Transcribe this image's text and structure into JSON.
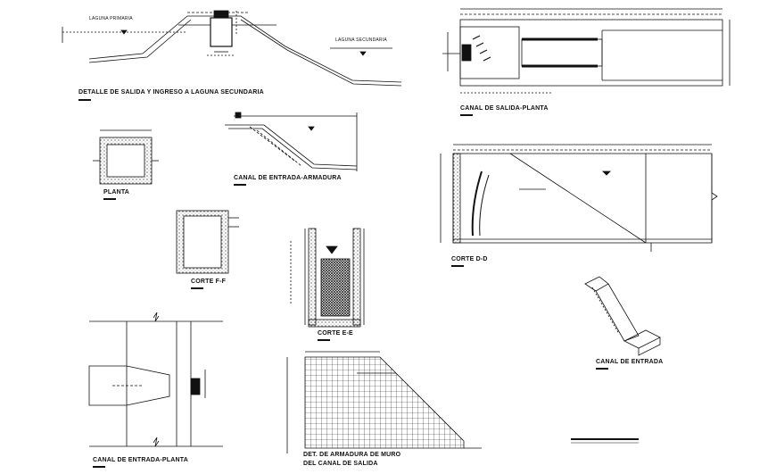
{
  "labels": {
    "detalle": "DETALLE DE SALIDA Y INGRESO A LAGUNA SECUNDARIA",
    "laguna_primaria": "LAGUNA PRIMARIA",
    "laguna_secundaria": "LAGUNA SECUNDARIA",
    "canal_salida_planta": "CANAL DE SALIDA-PLANTA",
    "planta": "PLANTA",
    "canal_entrada_armadura": "CANAL DE ENTRADA-ARMADURA",
    "corte_dd": "CORTE D-D",
    "corte_ff": "CORTE F-F",
    "corte_ee": "CORTE E-E",
    "canal_entrada": "CANAL DE ENTRADA",
    "canal_entrada_planta": "CANAL DE ENTRADA-PLANTA",
    "det_armadura_1": "DET. DE ARMADURA DE MURO",
    "det_armadura_2": "DEL CANAL DE SALIDA"
  }
}
